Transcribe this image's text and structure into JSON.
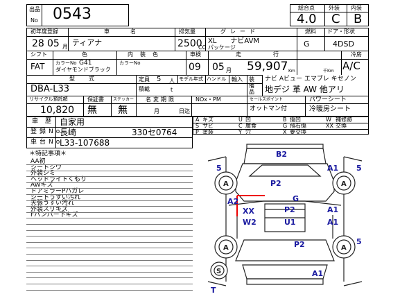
{
  "header": {
    "lot_label_top": "出品",
    "lot_label_bottom": "No",
    "lot_number": "0543",
    "score_label": "総合点",
    "exterior_label": "外装",
    "interior_label": "内装",
    "score": "4.0",
    "exterior_grade": "C",
    "interior_grade": "B"
  },
  "row1": {
    "reg_label": "初年度登録",
    "name_label": "車名",
    "displacement_label": "排気量",
    "grade_label": "グレード",
    "fuel_label": "燃料",
    "door_label": "ドア・形状",
    "year": "28",
    "month": "05",
    "month_unit": "月",
    "car_name": "ティアナ",
    "displacement": "2500",
    "cc": "CC",
    "grade": "XL　　ナビAVM",
    "package": "パッケージ",
    "fuel": "G",
    "door_shape": "4DSD"
  },
  "row2": {
    "shift_label": "シフト",
    "color_label": "色",
    "interior_color_label": "内装色",
    "inspection_label": "車検",
    "mileage_label": "走行",
    "ac_label": "冷房",
    "shift": "FAT",
    "color_no_label": "カラーNo",
    "color_no": "G41",
    "color_name": "ダイヤモンドブラック",
    "interior_color_no_label": "カラーNo",
    "inspection_year": "09",
    "inspection_month": "05",
    "inspection_month_unit": "月",
    "mileage": "59,907",
    "mileage_unit": "Km",
    "mileage_unit2": "千Km",
    "ac": "A/C"
  },
  "row3": {
    "model_label": "型式",
    "seats_label": "定員",
    "seats": "5",
    "seats_unit": "人",
    "handle_label": "モデル年式",
    "steering_label": "ハンドル",
    "import_label": "輸入",
    "equipment_label": "装備品",
    "model": "DBA-L33",
    "capacity_label": "積載",
    "capacity_unit": "t",
    "equipment_line1": "ナビ Aビュー エマブレ キセノン",
    "equipment_line2": "地デジ 革 AW 他アリ"
  },
  "row4": {
    "recycle_label": "リサイクル預託額",
    "warranty_label": "保証書",
    "sticker_label": "ステッカー",
    "name_change_label": "名変期限",
    "nox_label": "NOx・PM",
    "selling_label": "セールスポイント",
    "recycle_fee": "10,820",
    "warranty": "無",
    "sticker": "無",
    "month_unit": "月",
    "day_unit": "日迄",
    "selling1": "パワーシート",
    "selling2": "冷暖房シート",
    "auto_label": "オットマン付"
  },
  "history": {
    "history_label": "車歴",
    "history": "自家用",
    "reg_no_label": "登録No",
    "reg_place": "長崎",
    "reg_number": "330セ0764",
    "chassis_label": "車台No",
    "chassis": "L33-107688"
  },
  "legend": [
    [
      "A",
      "キズ"
    ],
    [
      "U",
      "凹"
    ],
    [
      "W",
      "補修跡"
    ],
    [
      "S",
      "サビ"
    ],
    [
      "C",
      "腐食"
    ],
    [
      "G",
      "飛石傷"
    ],
    [
      "P",
      "塗装"
    ],
    [
      "Y",
      "穴"
    ],
    [
      "B",
      "傷凹"
    ],
    [
      "X",
      "要交換"
    ],
    [
      "XX",
      "交換"
    ]
  ],
  "legend_rows": [
    {
      "c1": "A",
      "t1": "キズ",
      "c2": "U",
      "t2": "凹",
      "c3": "B",
      "t3": "傷凹",
      "c4": "W",
      "t4": "補修跡"
    },
    {
      "c1": "S",
      "t1": "サビ",
      "c2": "C",
      "t2": "腐食",
      "c3": "G",
      "t3": "飛石傷",
      "c4": "XX",
      "t4": "交換"
    },
    {
      "c1": "P",
      "t1": "塗装",
      "c2": "Y",
      "t2": "穴",
      "c3": "X",
      "t3": "要交換",
      "c4": "",
      "t4": ""
    }
  ],
  "notes": {
    "title": "＊特記事項＊",
    "items": [
      "AA初",
      "シートシワ",
      "外装シミ",
      "ヘッドライトくもり",
      "AWキズ",
      "ドアミラーPハガレ",
      "シートうすい汚れ",
      "天張うすい汚れ",
      "外装スリキズ",
      "Fバンパー下キズ"
    ]
  },
  "diagram_marks": {
    "b2": "B2",
    "p2a": "P2",
    "p2b": "P2",
    "p2c": "P2",
    "g": "G",
    "a2": "A2",
    "xx": "XX",
    "w2": "W2",
    "u1": "U1",
    "a1a": "A1",
    "a1b": "A1",
    "a1c": "A1",
    "a1d": "A1",
    "five1": "5",
    "five2": "5",
    "five3": "5",
    "t": "T"
  }
}
